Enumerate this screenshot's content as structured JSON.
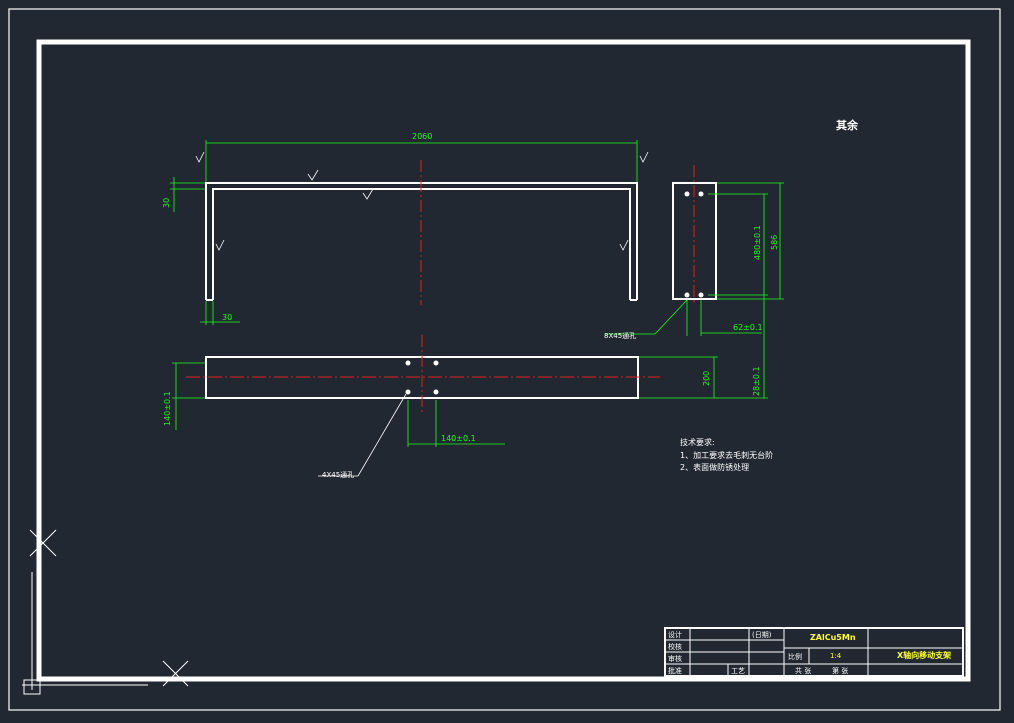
{
  "drawing": {
    "roughness_note": "其余",
    "dims": {
      "overall_length": "2060",
      "top_thickness": "30",
      "leg_width": "30",
      "height_outer": "586",
      "hole_spacing_v": "480±0.1",
      "side_offset": "62±0.1",
      "edge_offset": "28±0.1",
      "plate_width": "200",
      "hole_row_offset": "140±0.1",
      "hole_spacing_h": "140±0.1"
    },
    "hole_callout_side": "8X45通孔",
    "hole_callout_plan": "4X45通孔",
    "tech_req": {
      "title": "技术要求:",
      "line1": "1、加工要求去毛刺无台阶",
      "line2": "2、表面做防锈处理"
    }
  },
  "title_block": {
    "designer": "设计",
    "checker": "校核",
    "reviewer": "审核",
    "approver": "批准",
    "date": "(日期)",
    "craft": "工艺",
    "material": "ZAlCu5Mn",
    "scale_label": "比例",
    "scale_value": "1:4",
    "part_name": "X轴向移动支架",
    "sheet_total": "共  张",
    "sheet_no": "第  张"
  },
  "colors": {
    "background": "#222831",
    "outline": "#ffffff",
    "dimension": "#19ff19",
    "centerline": "#e02020",
    "title_text": "#ffff33"
  }
}
